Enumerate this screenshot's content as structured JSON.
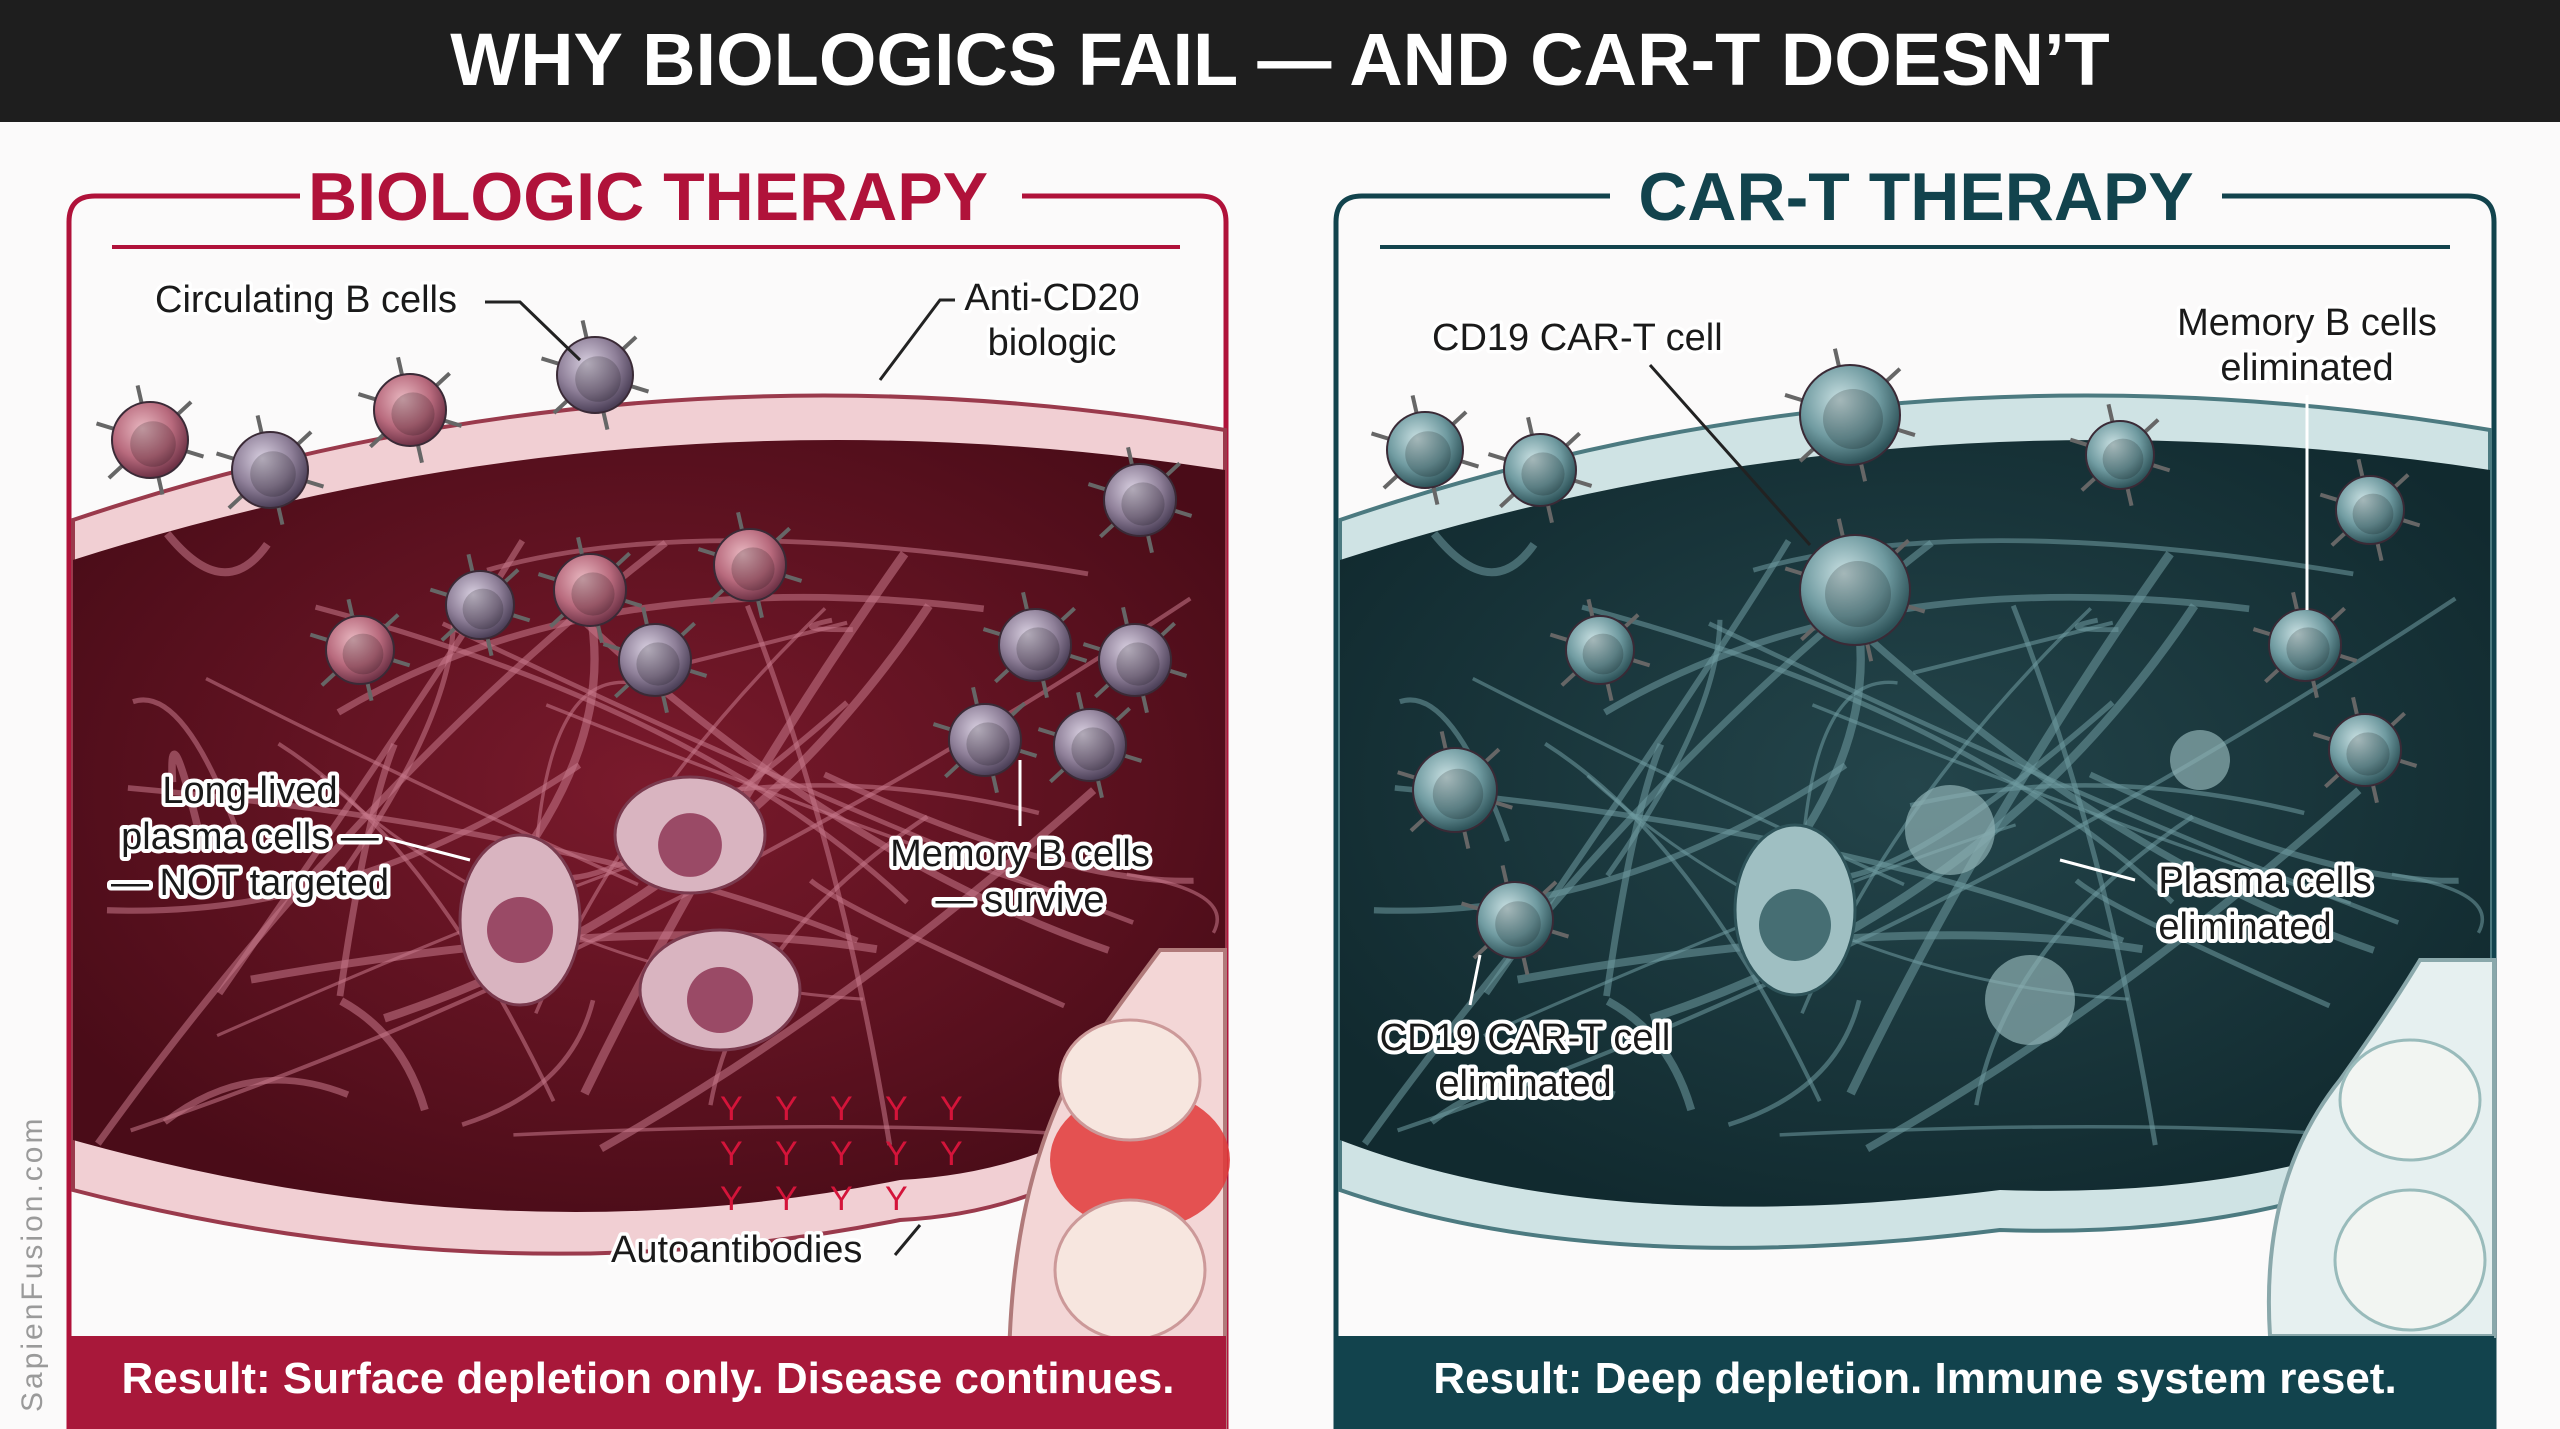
{
  "title": "WHY BIOLOGICS FAIL — AND CAR-T DOESN’T",
  "watermark": "SapienFusion.com",
  "colors": {
    "title_bar": "#1e1e1e",
    "biologic_accent": "#b0123a",
    "cart_accent": "#12434d",
    "tissue_red": "#5a0f1e",
    "tissue_teal": "#17343a"
  },
  "left_panel": {
    "heading": "BIOLOGIC THERAPY",
    "labels": {
      "circulating_b_cells": "Circulating B cells",
      "anti_cd20_line1": "Anti-CD20",
      "anti_cd20_line2": "biologic",
      "plasma_line1": "Long-lived",
      "plasma_line2": "plasma cells —",
      "plasma_line3": "— NOT targeted",
      "memory_line1": "Memory B cells",
      "memory_line2": "— survive",
      "autoantibodies": "Autoantibodies"
    },
    "result": "Result: Surface depletion only. Disease continues."
  },
  "right_panel": {
    "heading": "CAR-T THERAPY",
    "labels": {
      "cart_cell": "CD19 CAR-T cell",
      "memory_line1": "Memory B cells",
      "memory_line2": "eliminated",
      "plasma_line1": "Plasma cells",
      "plasma_line2": "eliminated",
      "cart_elim_line1": "CD19 CAR-T cell",
      "cart_elim_line2": "eliminated"
    },
    "result": "Result: Deep depletion. Immune system reset."
  }
}
